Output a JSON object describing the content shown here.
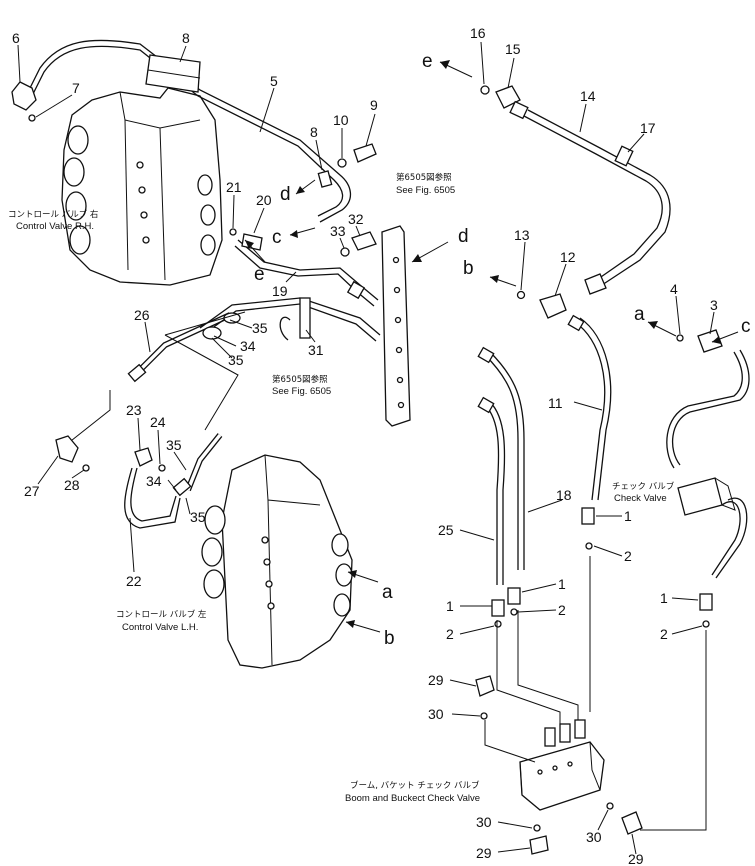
{
  "captions": {
    "cv_rh_jp": "コントロール バルブ 右",
    "cv_rh_en": "Control Valve R.H.",
    "cv_lh_jp": "コントロール バルブ 左",
    "cv_lh_en": "Control Valve L.H.",
    "fig_a_jp": "第6505図参照",
    "fig_a_en": "See Fig. 6505",
    "fig_b_jp": "第6505図参照",
    "fig_b_en": "See Fig. 6505",
    "check_jp": "チェック バルブ",
    "check_en": "Check Valve",
    "boom_jp": "ブーム, バケット チェック バルブ",
    "boom_en": "Boom and Buckect Check Valve"
  },
  "letters": {
    "a1": "a",
    "a2": "a",
    "b1": "b",
    "b2": "b",
    "c1": "c",
    "c2": "c",
    "d1": "d",
    "d2": "d",
    "e1": "e",
    "e2": "e"
  },
  "numbers": {
    "n6": "6",
    "n8a": "8",
    "n7": "7",
    "n5": "5",
    "n10": "10",
    "n9": "9",
    "n8b": "8",
    "n21": "21",
    "n20": "20",
    "n32": "32",
    "n33": "33",
    "n19": "19",
    "n26": "26",
    "n35a": "35",
    "n34a": "34",
    "n35b": "35",
    "n31": "31",
    "n23": "23",
    "n24": "24",
    "n35c": "35",
    "n34b": "34",
    "n35d": "35",
    "n27": "27",
    "n28": "28",
    "n22": "22",
    "n16": "16",
    "n15": "15",
    "n14": "14",
    "n17": "17",
    "n13": "13",
    "n12": "12",
    "n4": "4",
    "n3": "3",
    "n11": "11",
    "n18": "18",
    "n25": "25",
    "n1a": "1",
    "n2a": "2",
    "n1b": "1",
    "n2b": "2",
    "n1c": "1",
    "n2c": "2",
    "n1d": "1",
    "n2d": "2",
    "n29a": "29",
    "n30a": "30",
    "n30b": "30",
    "n29b": "29",
    "n30c": "30",
    "n29c": "29"
  }
}
